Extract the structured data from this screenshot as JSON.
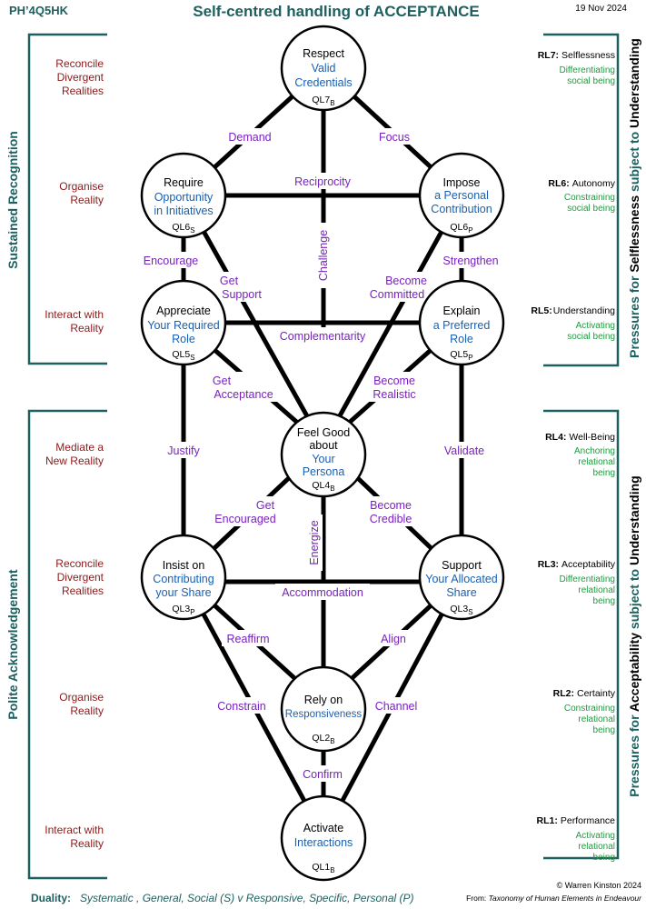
{
  "header": {
    "code": "PH’4Q5HK",
    "title": "Self-centred handling of  ACCEPTANCE",
    "date": "19 Nov 2024"
  },
  "left_groups": [
    {
      "label": "Sustained  Recognition",
      "rows": [
        [
          "Reconcile",
          "Divergent",
          "Realities"
        ],
        [
          "Organise",
          "Reality"
        ],
        [
          "Interact with",
          "Reality"
        ]
      ]
    },
    {
      "label": "Polite  Acknowledgement",
      "rows": [
        [
          "Mediate a",
          "New Reality"
        ],
        [
          "Reconcile",
          "Divergent",
          "Realities"
        ],
        [
          "Organise",
          "Reality"
        ],
        [
          "Interact with",
          "Reality"
        ]
      ]
    }
  ],
  "right_groups": [
    {
      "label_pre": "Pressures for ",
      "label_bold": "Selflessness",
      "label_mid": " subject to ",
      "label_bold2": "Understanding"
    },
    {
      "label_pre": "Pressures for ",
      "label_bold": "Acceptability",
      "label_mid": " subject to ",
      "label_bold2": "Understanding"
    }
  ],
  "levels": [
    {
      "code": "RL7:",
      "name": "Selflessness",
      "sub": [
        "Differentiating",
        "social being"
      ]
    },
    {
      "code": "RL6:",
      "name": "Autonomy",
      "sub": [
        "Constraining",
        "social being"
      ]
    },
    {
      "code": "RL5:",
      "name": "Understanding",
      "sub": [
        "Activating",
        "social being"
      ]
    },
    {
      "code": "RL4:",
      "name": "Well-Being",
      "sub": [
        "Anchoring",
        "relational",
        "being"
      ]
    },
    {
      "code": "RL3:",
      "name": "Acceptability",
      "sub": [
        "Differentiating",
        "relational",
        "being"
      ]
    },
    {
      "code": "RL2:",
      "name": "Certainty",
      "sub": [
        "Constraining",
        "relational",
        "being"
      ]
    },
    {
      "code": "RL1:",
      "name": "Performance",
      "sub": [
        "Activating",
        "relational",
        "being"
      ]
    }
  ],
  "nodes": [
    {
      "id": "ql7",
      "lines": [
        [
          "Respect",
          "black"
        ],
        [
          "Valid",
          "blue"
        ],
        [
          "Credentials",
          "blue"
        ]
      ],
      "code": "QL7",
      "sub": "B"
    },
    {
      "id": "ql6s",
      "lines": [
        [
          "Require",
          "black"
        ],
        [
          "Opportunity",
          "blue"
        ],
        [
          "in Initiatives",
          "blue"
        ]
      ],
      "code": "QL6",
      "sub": "S"
    },
    {
      "id": "ql6p",
      "lines": [
        [
          "Impose",
          "black"
        ],
        [
          "a Personal",
          "blue"
        ],
        [
          "Contribution",
          "blue"
        ]
      ],
      "code": "QL6",
      "sub": "P"
    },
    {
      "id": "ql5s",
      "lines": [
        [
          "Appreciate",
          "black"
        ],
        [
          "Your Required",
          "blue"
        ],
        [
          "Role",
          "blue"
        ]
      ],
      "code": "QL5",
      "sub": "S"
    },
    {
      "id": "ql5p",
      "lines": [
        [
          "Explain",
          "black"
        ],
        [
          "a Preferred",
          "blue"
        ],
        [
          "Role",
          "blue"
        ]
      ],
      "code": "QL5",
      "sub": "P"
    },
    {
      "id": "ql4",
      "lines": [
        [
          "Feel Good",
          "black"
        ],
        [
          "about",
          "black"
        ],
        [
          "Your",
          "blue"
        ],
        [
          "Persona",
          "blue"
        ]
      ],
      "code": "QL4",
      "sub": "B"
    },
    {
      "id": "ql3p",
      "lines": [
        [
          "Insist on",
          "black"
        ],
        [
          "Contributing",
          "blue"
        ],
        [
          "your Share",
          "blue"
        ]
      ],
      "code": "QL3",
      "sub": "P"
    },
    {
      "id": "ql3s",
      "lines": [
        [
          "Support",
          "black"
        ],
        [
          "Your Allocated",
          "blue"
        ],
        [
          "Share",
          "blue"
        ]
      ],
      "code": "QL3",
      "sub": "S"
    },
    {
      "id": "ql2",
      "lines": [
        [
          "Rely on",
          "black"
        ],
        [
          "Responsiveness",
          "blue"
        ]
      ],
      "code": "QL2",
      "sub": "B"
    },
    {
      "id": "ql1",
      "lines": [
        [
          "Activate",
          "black"
        ],
        [
          "Interactions",
          "blue"
        ]
      ],
      "code": "QL1",
      "sub": "B"
    }
  ],
  "edge_labels": {
    "demand": "Demand",
    "focus": "Focus",
    "reciprocity": "Reciprocity",
    "challenge": "Challenge",
    "encourage": "Encourage",
    "strengthen": "Strengthen",
    "get_support": [
      "Get",
      "Support"
    ],
    "become_committed": [
      "Become",
      "Committed"
    ],
    "complementarity": "Complementarity",
    "get_acceptance": [
      "Get",
      "Acceptance"
    ],
    "become_realistic": [
      "Become",
      "Realistic"
    ],
    "justify": "Justify",
    "validate": "Validate",
    "get_encouraged": [
      "Get",
      "Encouraged"
    ],
    "become_credible": [
      "Become",
      "Credible"
    ],
    "energize": "Energize",
    "accommodation": "Accommodation",
    "reaffirm": "Reaffirm",
    "align": "Align",
    "constrain": "Constrain",
    "channel": "Channel",
    "confirm": "Confirm"
  },
  "footer": {
    "duality_label": "Duality:",
    "duality_text": "Systematic , General, Social (S)  v   Responsive, Specific, Personal (P)",
    "copyright": "© Warren Kinston  2024",
    "from_label": "From: ",
    "from_title": "Taxonomy of Human Elements in Endeavour"
  }
}
